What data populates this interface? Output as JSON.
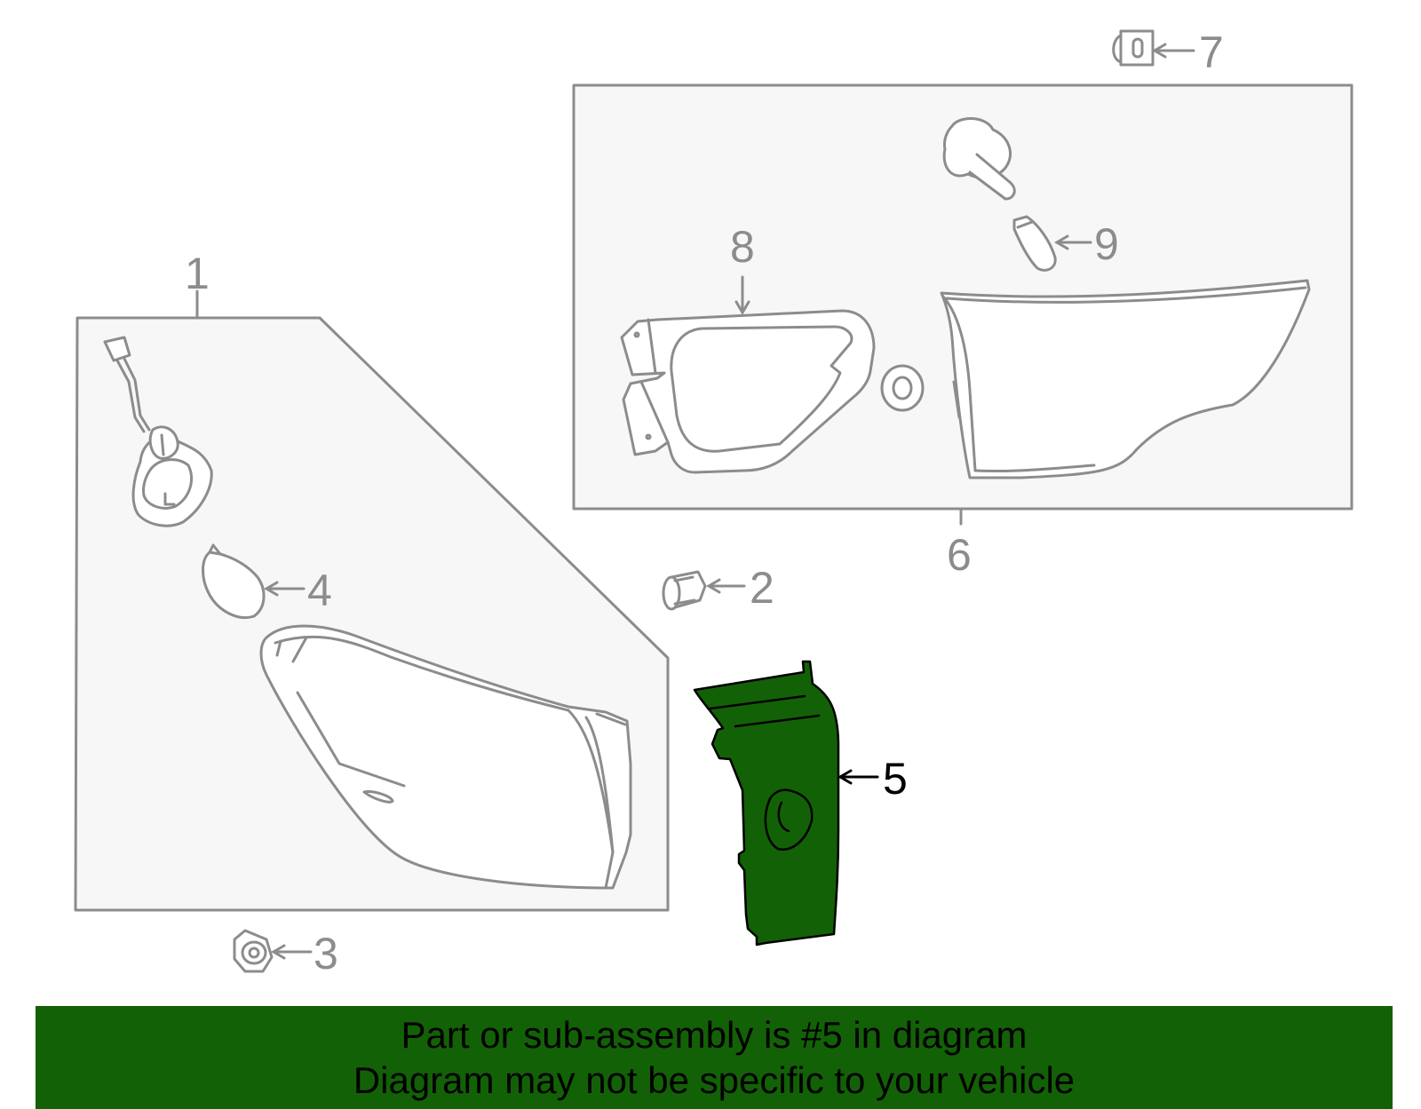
{
  "callouts": {
    "c1": "1",
    "c2": "2",
    "c3": "3",
    "c4": "4",
    "c5": "5",
    "c6": "6",
    "c7": "7",
    "c8": "8",
    "c9": "9"
  },
  "highlighted_part": "5",
  "colors": {
    "line": "#8c8c8c",
    "panel_fill": "#f7f7f7",
    "highlight_fill": "#136106",
    "highlight_stroke": "#000000",
    "banner_bg": "#136106",
    "banner_text": "#000000"
  },
  "banner": {
    "line1": "Part or sub-assembly is #5 in diagram",
    "line2": "Diagram may not be specific to your vehicle"
  }
}
